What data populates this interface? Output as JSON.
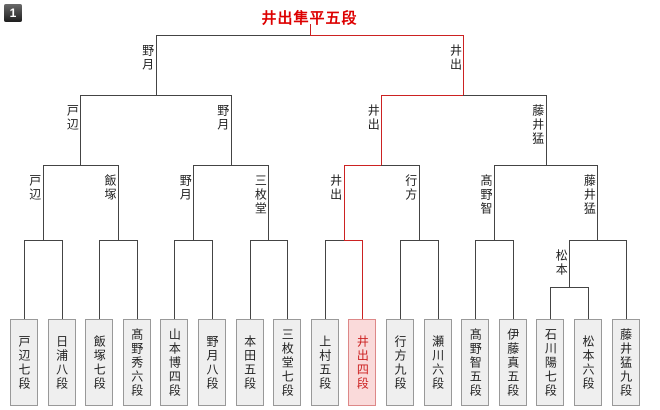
{
  "badge": "1",
  "champion": "井出隼平五段",
  "bracket": {
    "players": [
      {
        "name": "戸辺七段"
      },
      {
        "name": "日浦八段"
      },
      {
        "name": "飯塚七段"
      },
      {
        "name": "髙野秀六段"
      },
      {
        "name": "山本博四段"
      },
      {
        "name": "野月八段"
      },
      {
        "name": "本田五段"
      },
      {
        "name": "三枚堂七段"
      },
      {
        "name": "上村五段"
      },
      {
        "name": "井出四段",
        "highlight": true,
        "on_path": true
      },
      {
        "name": "行方九段"
      },
      {
        "name": "瀬川六段"
      },
      {
        "name": "髙野智五段"
      },
      {
        "name": "伊藤真五段"
      },
      {
        "name": "石川陽七段"
      },
      {
        "name": "松本六段"
      },
      {
        "name": "藤井猛九段"
      }
    ],
    "prelim": {
      "children": [
        14,
        15
      ],
      "winner": "松本"
    },
    "round1": [
      {
        "children": [
          0,
          1
        ],
        "winner": "戸辺"
      },
      {
        "children": [
          2,
          3
        ],
        "winner": "飯塚"
      },
      {
        "children": [
          4,
          5
        ],
        "winner": "野月"
      },
      {
        "children": [
          6,
          7
        ],
        "winner": "三枚堂"
      },
      {
        "children": [
          8,
          9
        ],
        "winner": "井出",
        "red": 1,
        "on_path": true
      },
      {
        "children": [
          10,
          11
        ],
        "winner": "行方"
      },
      {
        "children": [
          12,
          13
        ],
        "winner": "髙野智"
      },
      {
        "children": [
          "prelim",
          16
        ],
        "winner": "藤井猛"
      }
    ],
    "round2": [
      {
        "children": [
          0,
          1
        ],
        "winner": "戸辺"
      },
      {
        "children": [
          2,
          3
        ],
        "winner": "野月"
      },
      {
        "children": [
          4,
          5
        ],
        "winner": "井出",
        "red": 0,
        "on_path": true
      },
      {
        "children": [
          6,
          7
        ],
        "winner": "藤井猛"
      }
    ],
    "round3": [
      {
        "children": [
          0,
          1
        ],
        "winner": "野月"
      },
      {
        "children": [
          2,
          3
        ],
        "winner": "井出",
        "red": 0,
        "on_path": true
      }
    ],
    "final": {
      "children": [
        0,
        1
      ],
      "red": 1,
      "on_path": true
    }
  },
  "colors": {
    "line": "#444444",
    "winner_path": "#cc2222",
    "champion_text": "#dd0000",
    "box_bg": "#efefef",
    "box_border": "#999999",
    "highlight_bg": "#fadada",
    "highlight_border": "#dd8888",
    "highlight_text": "#cc2222"
  }
}
